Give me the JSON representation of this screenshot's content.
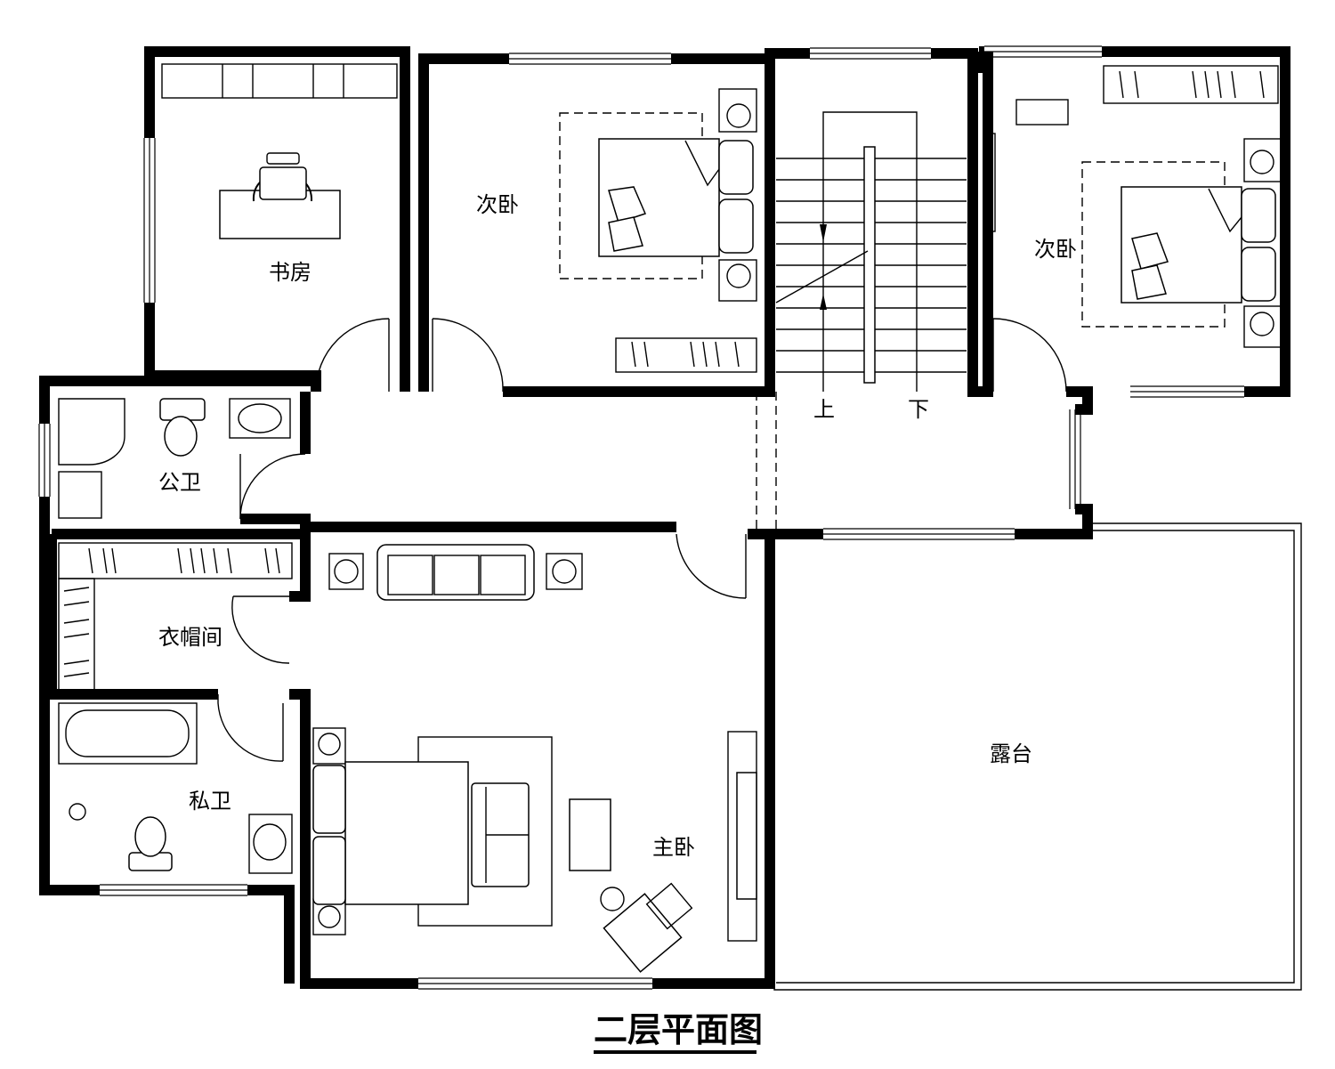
{
  "title": "二层平面图",
  "rooms": {
    "study": "书房",
    "bedroom2_left": "次卧",
    "bedroom2_right": "次卧",
    "public_bath": "公卫",
    "closet": "衣帽间",
    "private_bath": "私卫",
    "master_bedroom": "主卧",
    "terrace": "露台"
  },
  "stairs": {
    "up": "上",
    "down": "下"
  }
}
